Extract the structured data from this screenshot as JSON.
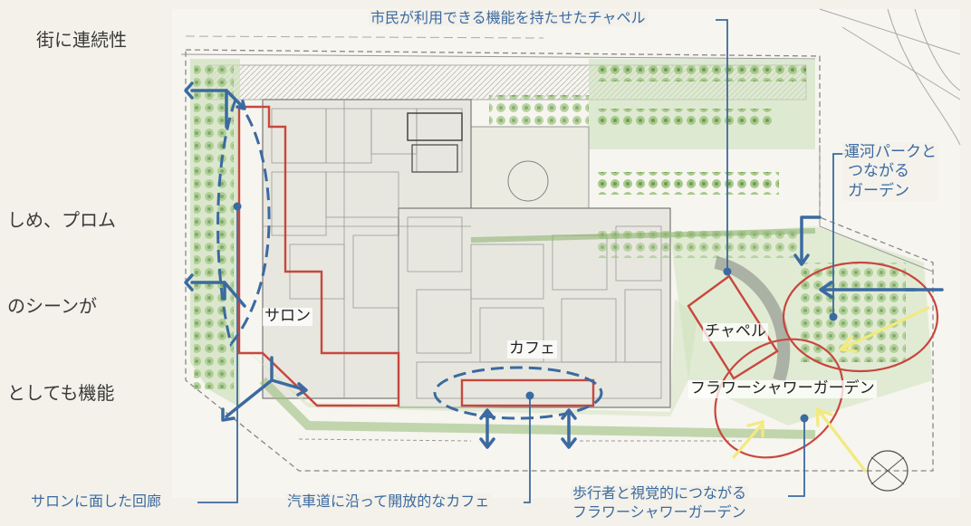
{
  "side_text": [
    "街に連続性",
    "しめ、プロム",
    "のシーンが",
    "としても機能"
  ],
  "labels": {
    "chapel_function": "市民が利用できる機能を持たせたチャペル",
    "canal_garden": [
      "運河パークと",
      "つながる",
      "ガーデン"
    ],
    "salon": "サロン",
    "cafe": "カフェ",
    "chapel": "チャペル",
    "flower_garden": "フラワーシャワーガーデン",
    "salon_corridor": "サロンに面した回廊",
    "open_cafe": "汽車道に沿って開放的なカフェ",
    "pedestrian_line1": "歩行者と視覚的につながる",
    "pedestrian_line2": "フラワーシャワーガーデン"
  },
  "colors": {
    "blue": "#3b6aa0",
    "red": "#c8473e",
    "yellow": "#f2ea7e",
    "green": "#9cbf7e",
    "line": "#6e6e6e"
  }
}
